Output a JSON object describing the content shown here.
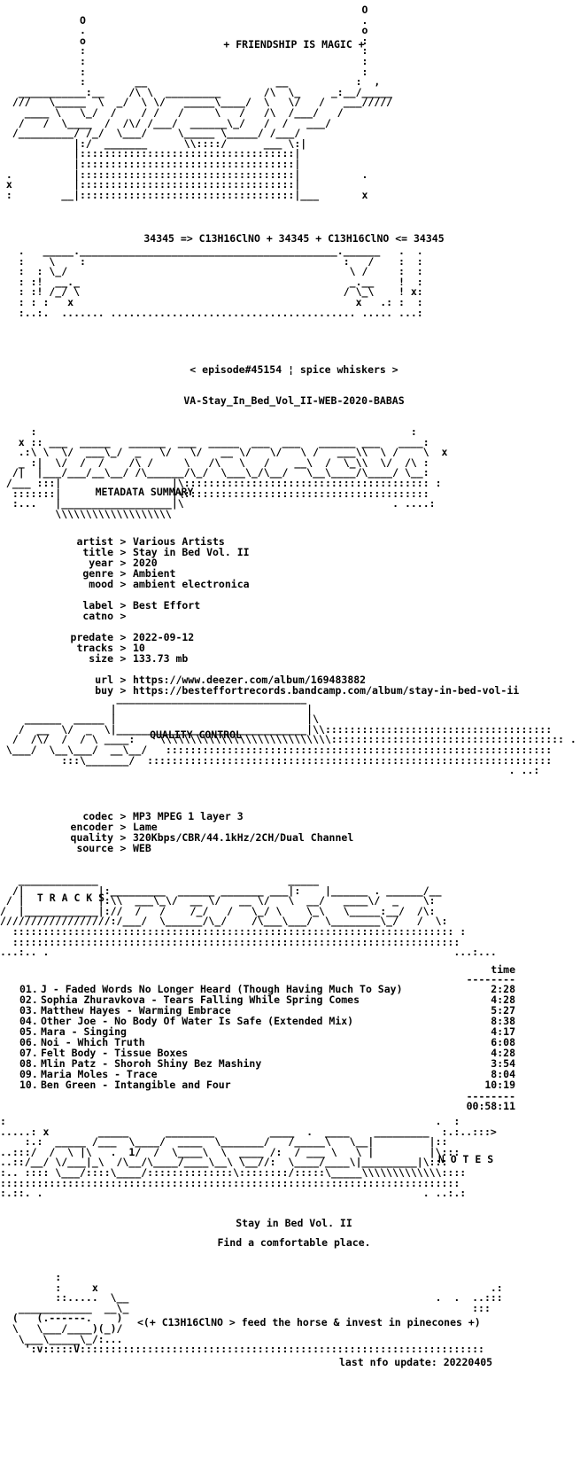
{
  "header": {
    "banner": "+ FRIENDSHIP IS MAGIC +",
    "formula": "34345 => C13H16ClNO + 34345 + C13H16ClNO <= 34345"
  },
  "release": {
    "episode": "< episode#45154 ¦ spice whiskers >",
    "dirname": "VA-Stay_In_Bed_Vol_II-WEB-2020-BABAS"
  },
  "sections": {
    "metadata": "METADATA SUMMARY",
    "quality": "QUALITY CONTROL",
    "tracks": "T R A C K S",
    "notes": "N O T E S"
  },
  "metadata": [
    {
      "key": "artist",
      "value": "Various Artists"
    },
    {
      "key": "title",
      "value": "Stay in Bed Vol. II"
    },
    {
      "key": "year",
      "value": "2020"
    },
    {
      "key": "genre",
      "value": "Ambient"
    },
    {
      "key": "mood",
      "value": "ambient electronica"
    },
    {
      "key": "",
      "value": ""
    },
    {
      "key": "label",
      "value": "Best Effort"
    },
    {
      "key": "catno",
      "value": ""
    },
    {
      "key": "",
      "value": ""
    },
    {
      "key": "predate",
      "value": "2022-09-12"
    },
    {
      "key": "tracks",
      "value": "10"
    },
    {
      "key": "size",
      "value": "133.73 mb"
    },
    {
      "key": "",
      "value": ""
    },
    {
      "key": "url",
      "value": "https://www.deezer.com/album/169483882"
    },
    {
      "key": "buy",
      "value": "https://besteffortrecords.bandcamp.com/album/stay-in-bed-vol-ii"
    }
  ],
  "quality": [
    {
      "key": "codec",
      "value": "MP3 MPEG 1 layer 3"
    },
    {
      "key": "encoder",
      "value": "Lame"
    },
    {
      "key": "quality",
      "value": "320Kbps/CBR/44.1kHz/2CH/Dual Channel"
    },
    {
      "key": "source",
      "value": "WEB"
    }
  ],
  "tracklist": {
    "time_header": "time",
    "rule": "--------",
    "items": [
      {
        "num": "01.",
        "name": "J - Faded Words No Longer Heard (Though Having Much To Say)",
        "time": "2:28"
      },
      {
        "num": "02.",
        "name": "Sophia Zhuravkova - Tears Falling While Spring Comes",
        "time": "4:28"
      },
      {
        "num": "03.",
        "name": "Matthew Hayes - Warming Embrace",
        "time": "5:27"
      },
      {
        "num": "04.",
        "name": "Other Joe - No Body Of Water Is Safe (Extended Mix)",
        "time": "8:38"
      },
      {
        "num": "05.",
        "name": "Mara - Singing",
        "time": "4:17"
      },
      {
        "num": "06.",
        "name": "Noi - Which Truth",
        "time": "6:08"
      },
      {
        "num": "07.",
        "name": "Felt Body - Tissue Boxes",
        "time": "4:28"
      },
      {
        "num": "08.",
        "name": "Mlin Patz - Shoroh Shiny Bez Mashiny",
        "time": "3:54"
      },
      {
        "num": "09.",
        "name": "Maria Moles - Trace",
        "time": "8:04"
      },
      {
        "num": "10.",
        "name": "Ben Green - Intangible and Four",
        "time": "10:19"
      }
    ],
    "total": "00:58:11"
  },
  "notes": {
    "line1": "Stay in Bed Vol. II",
    "line2": "Find a comfortable place."
  },
  "footer": {
    "tagline": "<(+ C13H16ClNO > feed the horse & invest in pinecones +)",
    "update": "last nfo update: 20220405"
  }
}
